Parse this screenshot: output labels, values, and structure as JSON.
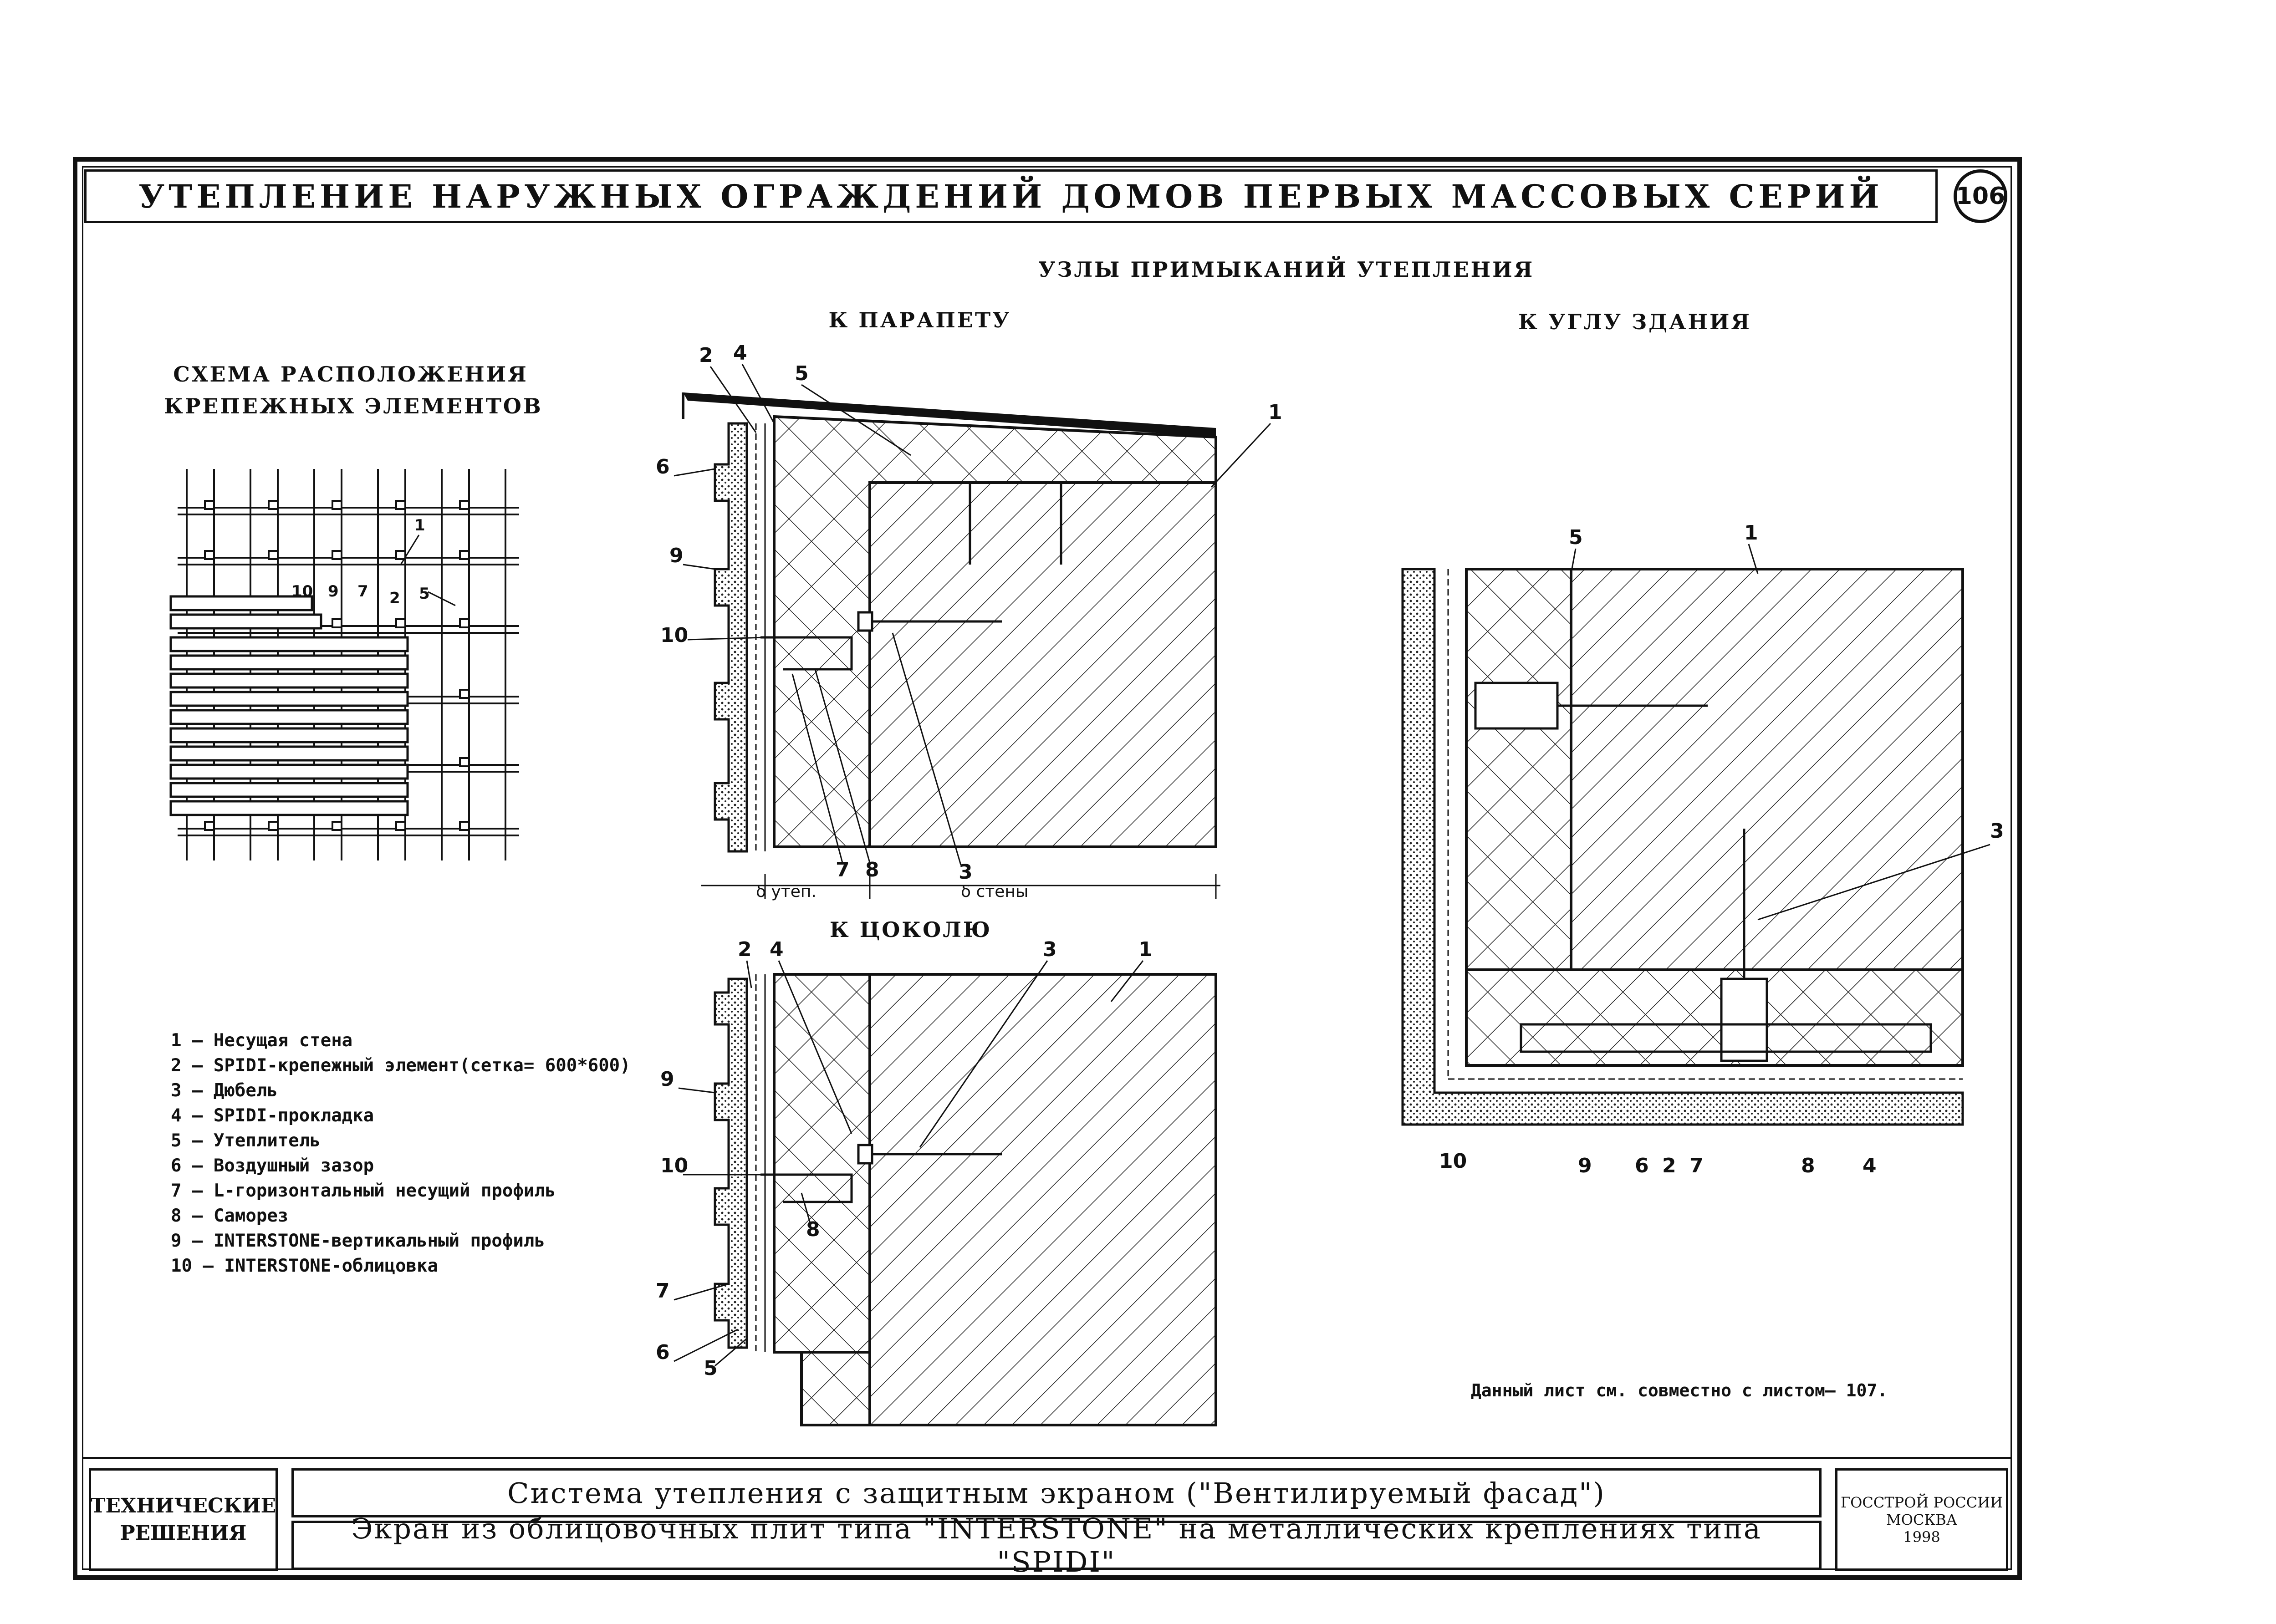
{
  "title": "УТЕПЛЕНИЕ НАРУЖНЫХ ОГРАЖДЕНИЙ ДОМОВ ПЕРВЫХ МАССОВЫХ СЕРИЙ",
  "sheet_number": "106",
  "headers": {
    "nodes": "УЗЛЫ ПРИМЫКАНИЙ УТЕПЛЕНИЯ",
    "parapet": "К ПАРАПЕТУ",
    "corner": "К УГЛУ ЗДАНИЯ",
    "plinth": "К ЦОКОЛЮ",
    "scheme_line1": "СХЕМА РАСПОЛОЖЕНИЯ",
    "scheme_line2": "КРЕПЕЖНЫХ ЭЛЕМЕНТОВ"
  },
  "dimensions": {
    "insulation": "δ утеп.",
    "wall": "δ стены"
  },
  "callouts": [
    "1",
    "2",
    "3",
    "4",
    "5",
    "6",
    "7",
    "8",
    "9",
    "10"
  ],
  "legend": [
    "1 – Несущая стена",
    "2 – SPIDI-крепежный элемент(сетка= 600*600)",
    "3 – Дюбель",
    "4 – SPIDI-прокладка",
    "5 – Утеплитель",
    "6 – Воздушный зазор",
    "7 – L-горизонтальный несущий профиль",
    "8 – Саморез",
    "9 – INTERSTONE-вертикальный профиль",
    "10 – INTERSTONE-облицовка"
  ],
  "note": "Данный лист см. совместно с листом– 107.",
  "stamp": {
    "category_line1": "ТЕХНИЧЕСКИЕ",
    "category_line2": "РЕШЕНИЯ",
    "system": "Система утепления с защитным экраном (\"Вентилируемый фасад\")",
    "screen": "Экран из облицовочных плит типа \"INTERSTONE\" на металлических креплениях типа \"SPIDI\"",
    "org_line1": "ГОССТРОЙ РОССИИ",
    "org_line2": "МОСКВА",
    "year": "1998"
  }
}
